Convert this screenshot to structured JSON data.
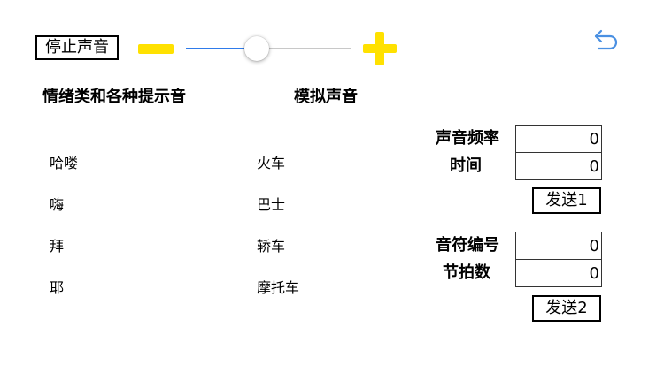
{
  "toolbar": {
    "stop_label": "停止声音",
    "volume_level": 0.43
  },
  "colors": {
    "accent_yellow": "#FFE100",
    "slider_fill": "#2F7BEA",
    "slider_track": "#C8C8C8",
    "back_icon": "#4A90E2"
  },
  "icons": {
    "minus": "minus-icon",
    "plus": "plus-icon",
    "back": "back-arrow-icon"
  },
  "sections": {
    "emotion": {
      "title": "情绪类和各种提示音",
      "items": [
        "哈喽",
        "嗨",
        "拜",
        "耶"
      ]
    },
    "simulated": {
      "title": "模拟声音",
      "items": [
        "火车",
        "巴士",
        "轿车",
        "摩托车"
      ]
    }
  },
  "form1": {
    "frequency_label": "声音频率",
    "frequency_value": "0",
    "time_label": "时间",
    "time_value": "0",
    "send_label": "发送1"
  },
  "form2": {
    "note_label": "音符编号",
    "note_value": "0",
    "beats_label": "节拍数",
    "beats_value": "0",
    "send_label": "发送2"
  }
}
